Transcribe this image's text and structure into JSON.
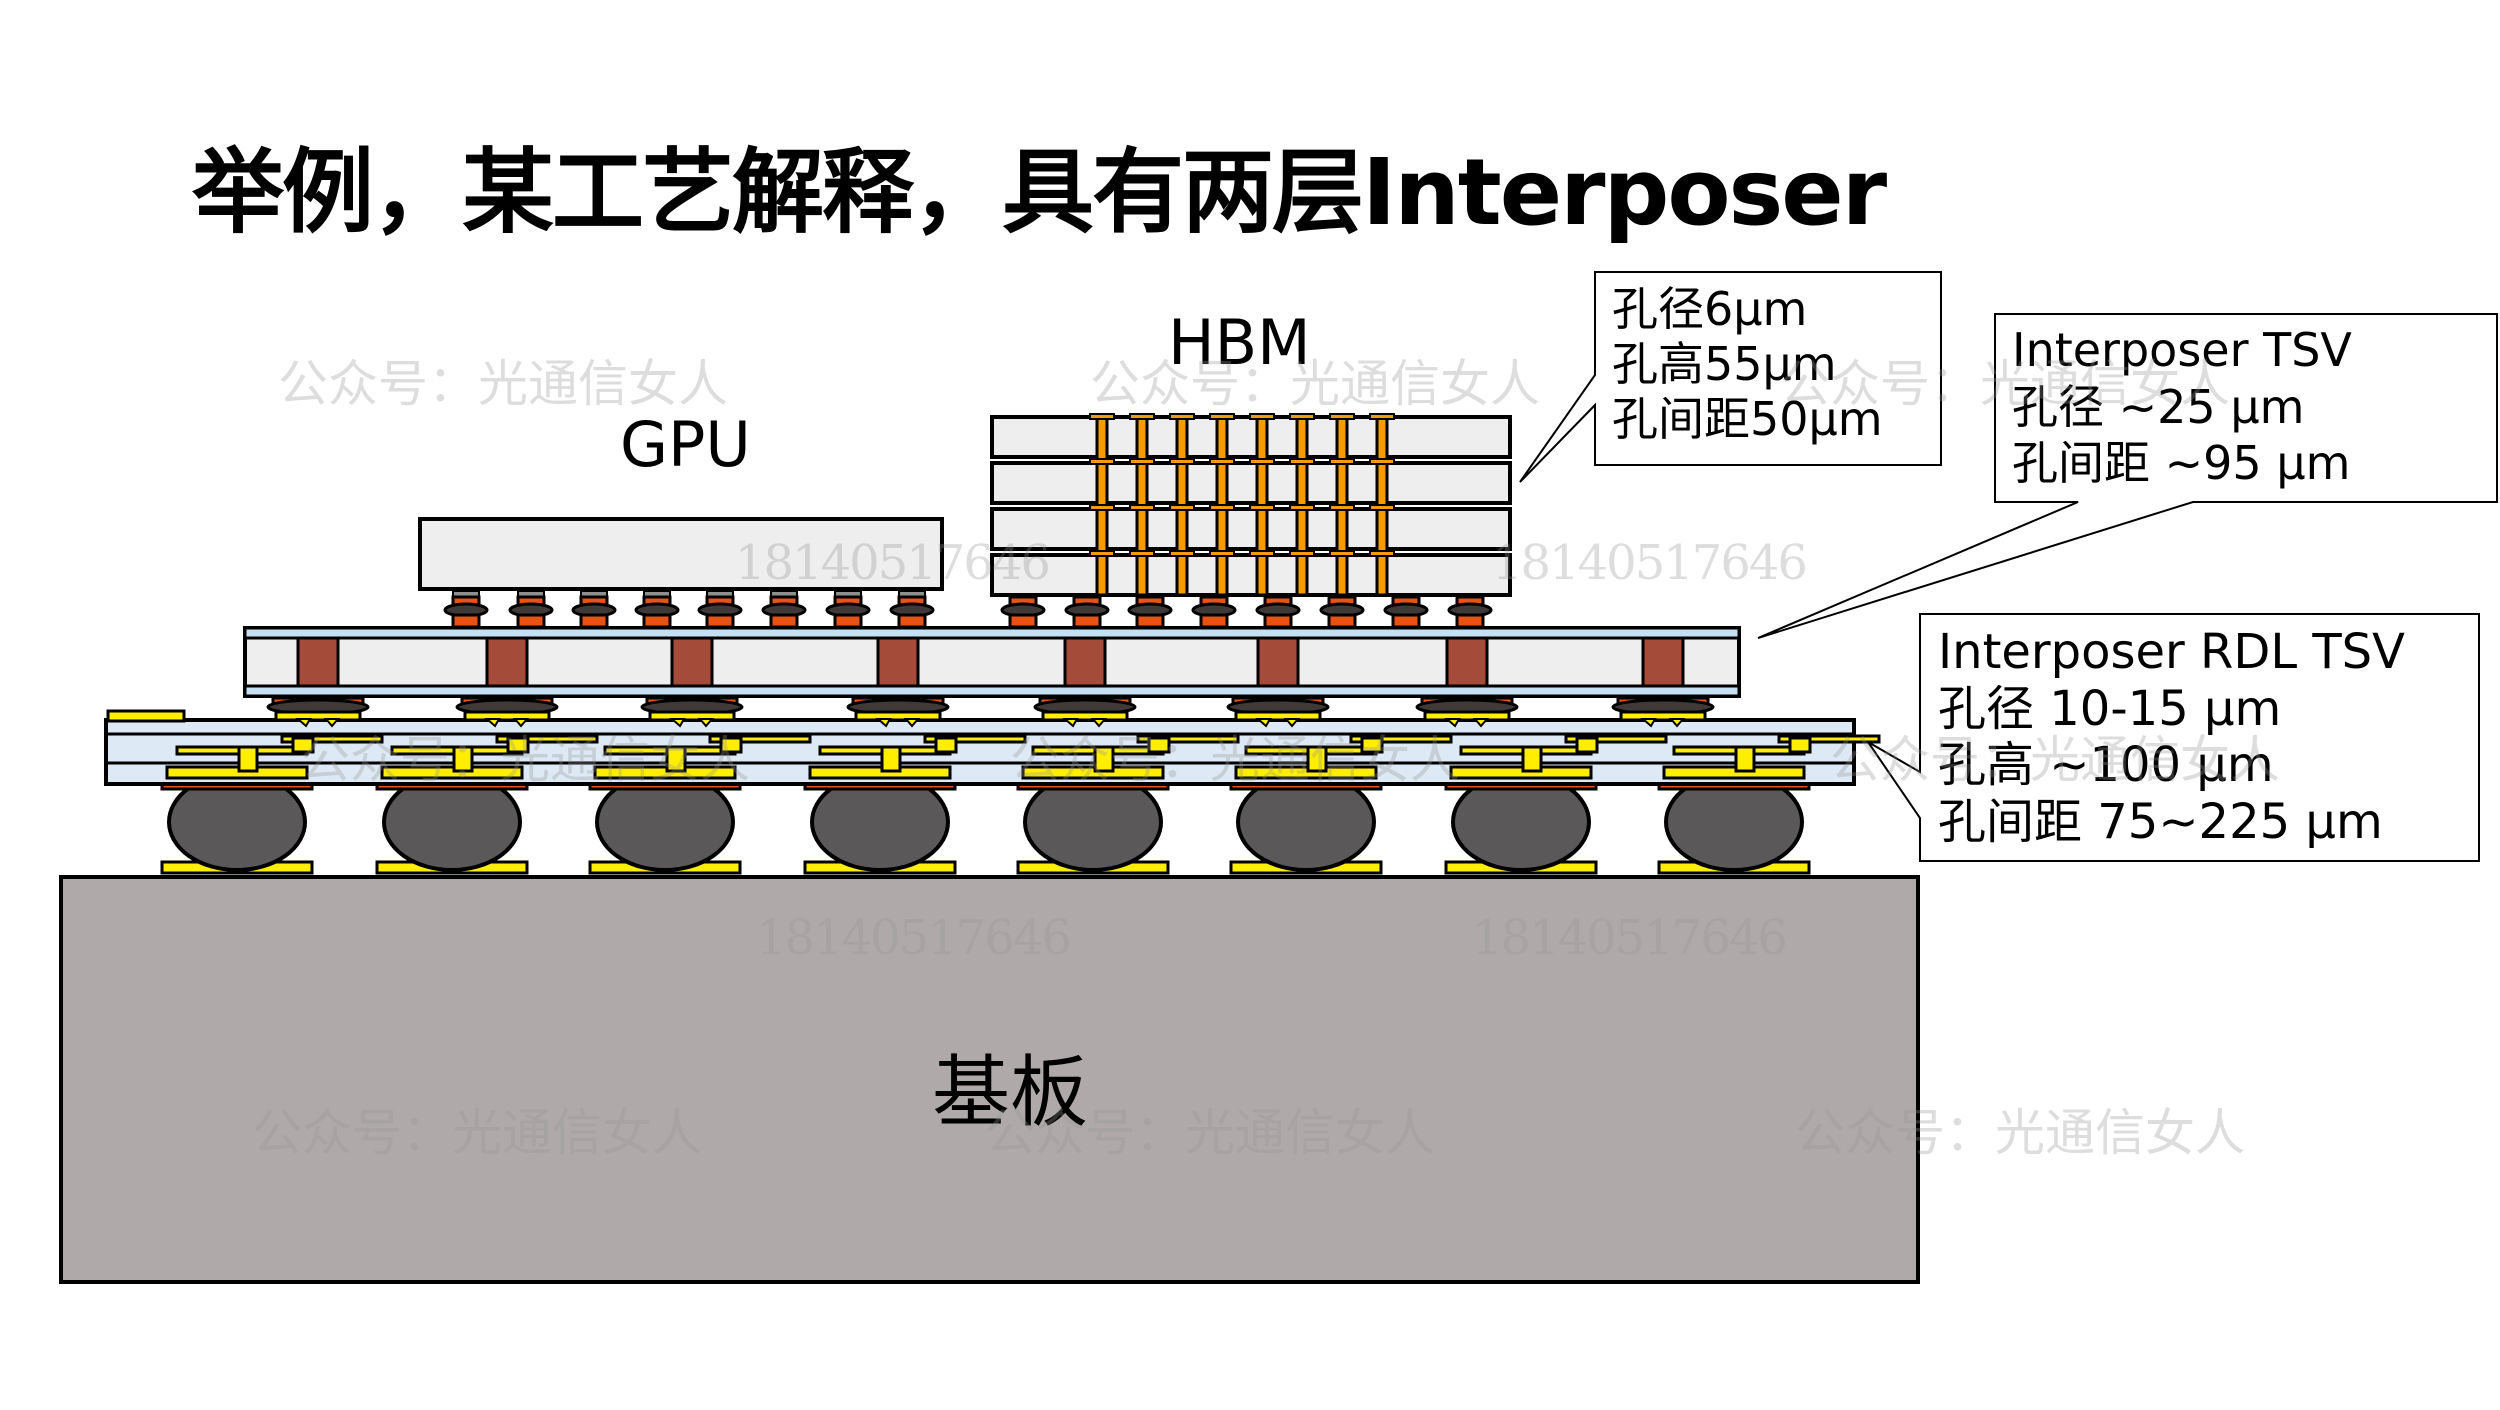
{
  "title": "举例，某工艺解释，具有两层Interposer",
  "labels": {
    "gpu": "GPU",
    "hbm": "HBM",
    "substrate": "基板"
  },
  "callouts": [
    {
      "id": "hbm-tsv",
      "lines": [
        "孔径6μm",
        "孔高55μm",
        "孔间距50μm"
      ]
    },
    {
      "id": "interposer-tsv",
      "lines": [
        "Interposer TSV",
        "孔径 ~25 μm",
        "孔间距 ~95 μm"
      ]
    },
    {
      "id": "interposer-rdl-tsv",
      "lines": [
        "Interposer RDL TSV",
        "孔径 10-15 μm",
        "孔高 ~100 μm",
        "孔间距 75~225 μm"
      ]
    }
  ],
  "watermarks": {
    "account": "公众号：光通信女人",
    "phone": "18140517646"
  },
  "components": {
    "hbm_die_count": 4,
    "hbm_tsv_count": 8,
    "gpu_microbump_count": 8,
    "hbm_microbump_count": 8,
    "upper_interposer_tsv_count": 8,
    "lower_interposer_bump_count": 8,
    "c4_ball_count": 8
  },
  "colors": {
    "die_fill": "#eeeeee",
    "interposer_glass": "#c5dff3",
    "lower_interposer": "#dde9f5",
    "tsv_copper": "#a44b3a",
    "hbm_tsv": "#f39c00",
    "bump_orange": "#e75315",
    "solder_dark": "#3f3a38",
    "ball": "#5a5858",
    "pad_yellow": "#ffee00",
    "substrate": "#afaaa9"
  }
}
